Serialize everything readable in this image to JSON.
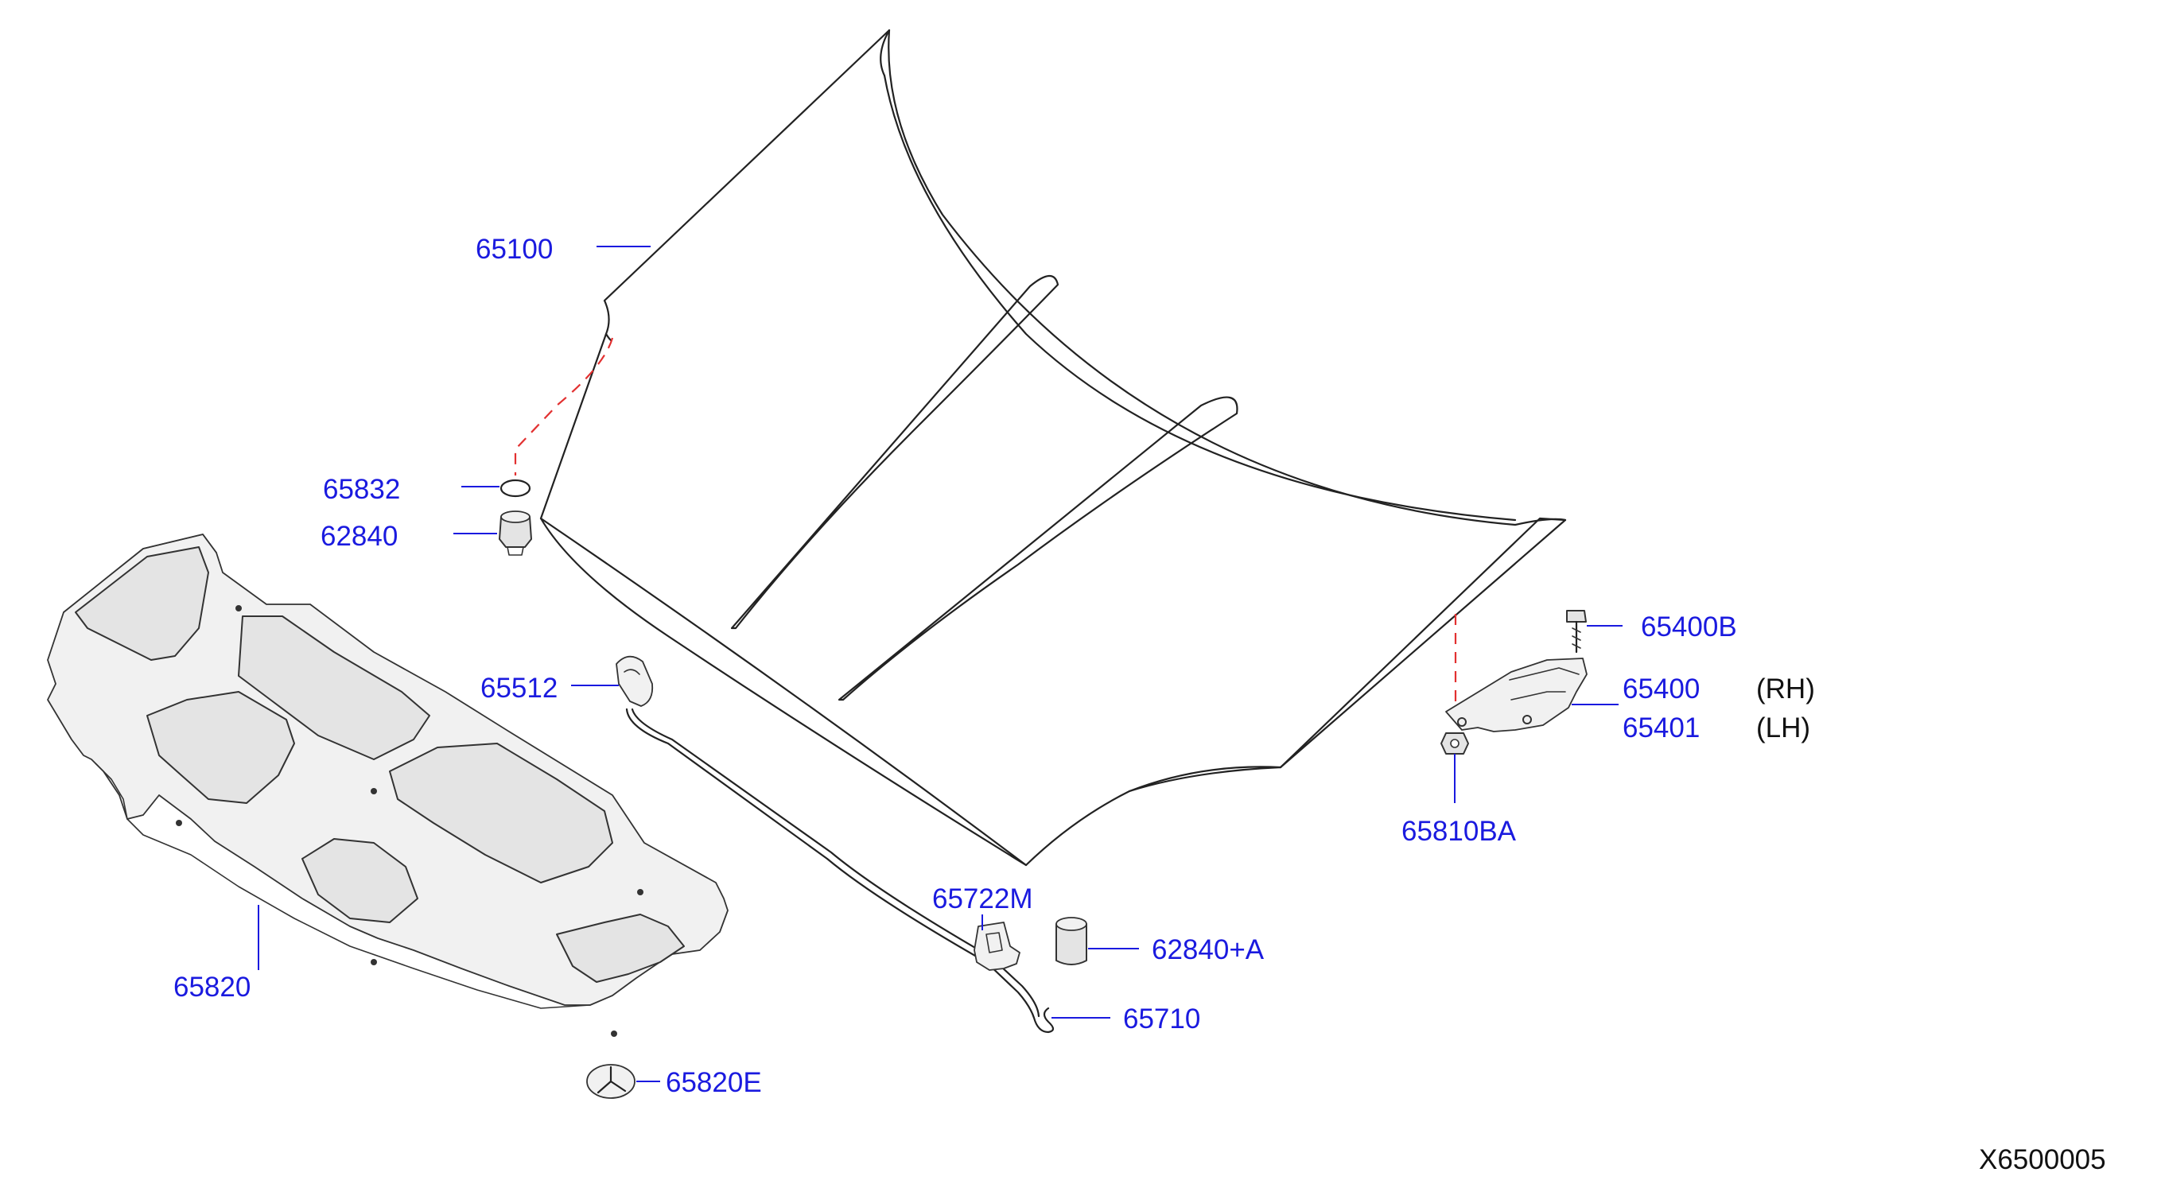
{
  "diagram": {
    "reference_code": "X6500005",
    "colors": {
      "label": "#1a1adf",
      "lines": "#222222",
      "dashed_guide": "#e23030"
    },
    "parts": {
      "hood_panel": "65100",
      "grommet": "65832",
      "rubber_stopper": "62840",
      "hood_lock_clip": "65512",
      "hood_insulator": "65820",
      "insulator_clip": "65820E",
      "stay_clip": "65722M",
      "rubber_stopper_a": "62840+A",
      "hood_stay_rod": "65710",
      "hinge_bolt": "65400B",
      "hinge_rh": "65400",
      "hinge_lh": "65401",
      "hinge_nut": "65810BA"
    },
    "side_labels": {
      "rh": "(RH)",
      "lh": "(LH)"
    }
  }
}
